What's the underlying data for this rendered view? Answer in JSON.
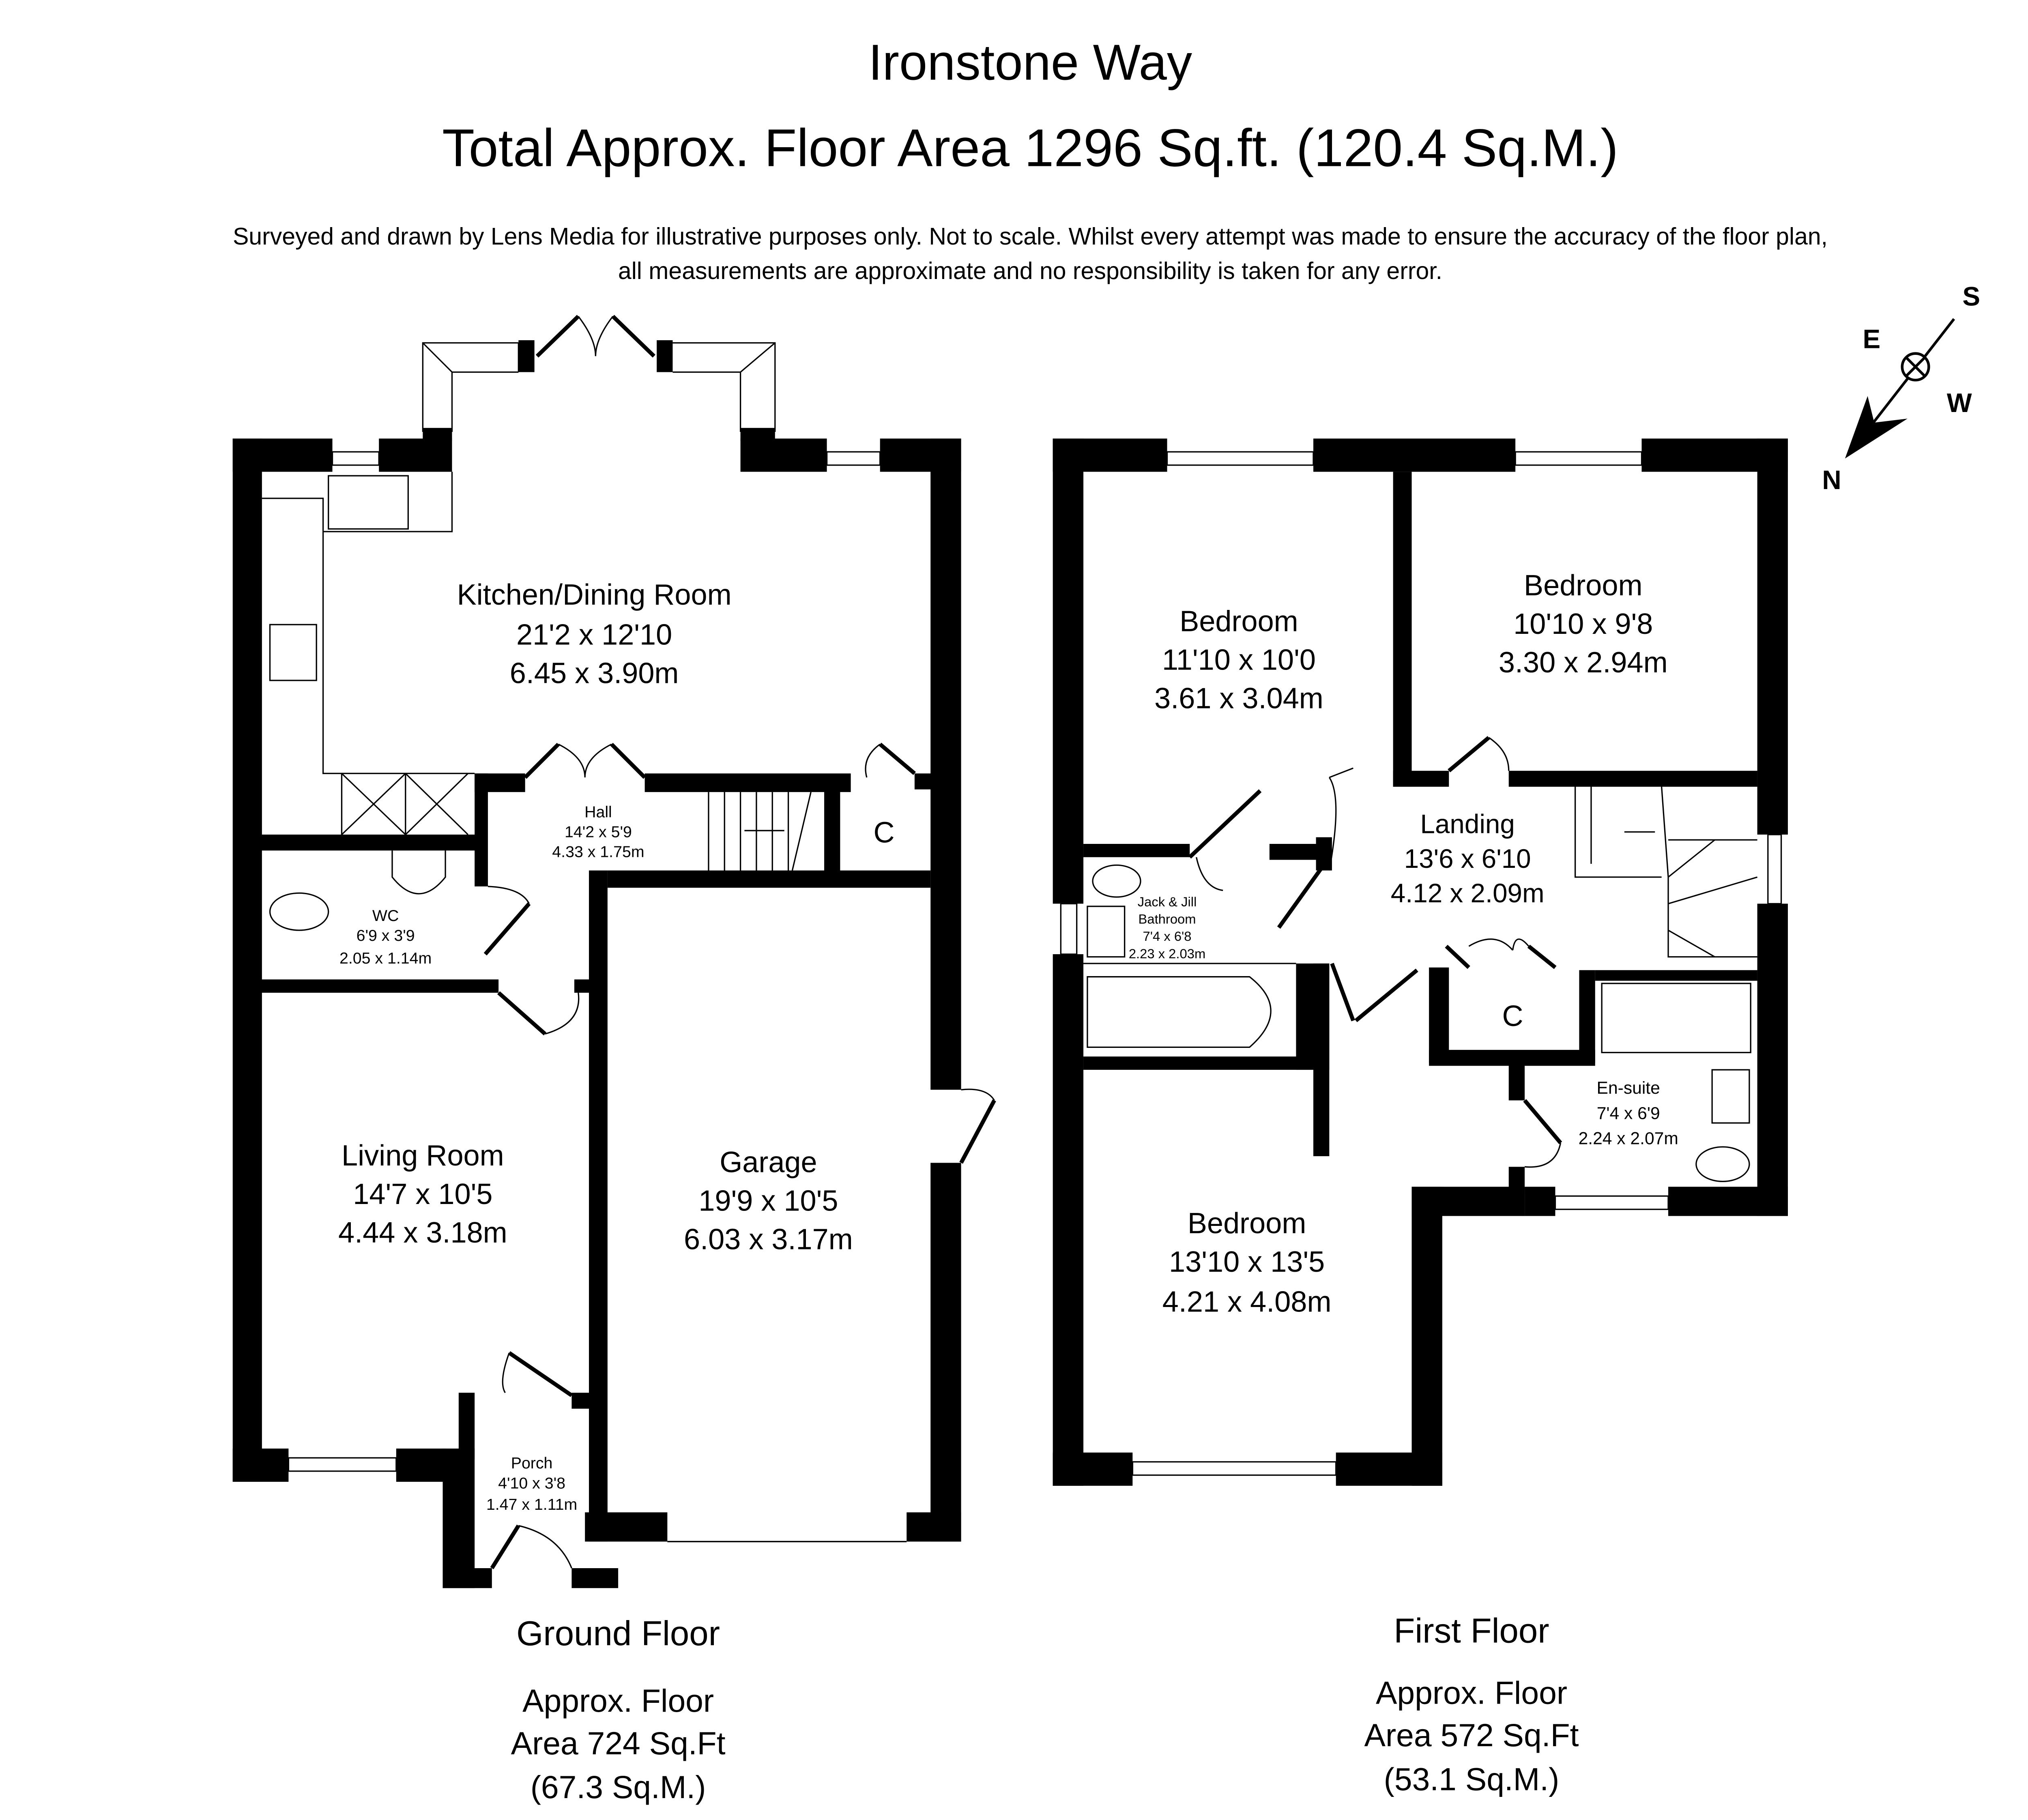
{
  "header": {
    "title": "Ironstone Way",
    "total_area": "Total Approx. Floor Area 1296 Sq.ft. (120.4 Sq.M.)",
    "disclaimer_line1": "Surveyed and drawn by Lens Media for illustrative purposes only. Not to scale. Whilst every attempt was made to ensure the accuracy of the floor plan,",
    "disclaimer_line2": "all measurements are approximate and no responsibility is taken for any error."
  },
  "compass": {
    "n": "N",
    "s": "S",
    "e": "E",
    "w": "W"
  },
  "ground_floor": {
    "label": "Ground Floor",
    "area_line1": "Approx. Floor",
    "area_line2": "Area 724 Sq.Ft",
    "area_line3": "(67.3 Sq.M.)",
    "rooms": [
      {
        "name": "Kitchen/Dining Room",
        "imperial": "21'2 x 12'10",
        "metric": "6.45 x 3.90m"
      },
      {
        "name": "Hall",
        "imperial": "14'2 x 5'9",
        "metric": "4.33 x 1.75m"
      },
      {
        "name": "WC",
        "imperial": "6'9 x 3'9",
        "metric": "2.05 x 1.14m"
      },
      {
        "name": "Living Room",
        "imperial": "14'7 x 10'5",
        "metric": "4.44 x 3.18m"
      },
      {
        "name": "Garage",
        "imperial": "19'9 x 10'5",
        "metric": "6.03 x 3.17m"
      },
      {
        "name": "Porch",
        "imperial": "4'10 x 3'8",
        "metric": "1.47 x 1.11m"
      },
      {
        "name": "C"
      }
    ]
  },
  "first_floor": {
    "label": "First Floor",
    "area_line1": "Approx. Floor",
    "area_line2": "Area 572 Sq.Ft",
    "area_line3": "(53.1 Sq.M.)",
    "rooms": [
      {
        "name": "Bedroom",
        "imperial": "11'10 x 10'0",
        "metric": "3.61 x 3.04m"
      },
      {
        "name": "Bedroom",
        "imperial": "10'10 x 9'8",
        "metric": "3.30 x 2.94m"
      },
      {
        "name": "Landing",
        "imperial": "13'6 x 6'10",
        "metric": "4.12 x 2.09m"
      },
      {
        "name_line1": "Jack & Jill",
        "name_line2": "Bathroom",
        "imperial": "7'4 x 6'8",
        "metric": "2.23 x 2.03m"
      },
      {
        "name": "En-suite",
        "imperial": "7'4 x 6'9",
        "metric": "2.24 x 2.07m"
      },
      {
        "name": "Bedroom",
        "imperial": "13'10 x 13'5",
        "metric": "4.21 x 4.08m"
      },
      {
        "name": "C"
      }
    ]
  }
}
